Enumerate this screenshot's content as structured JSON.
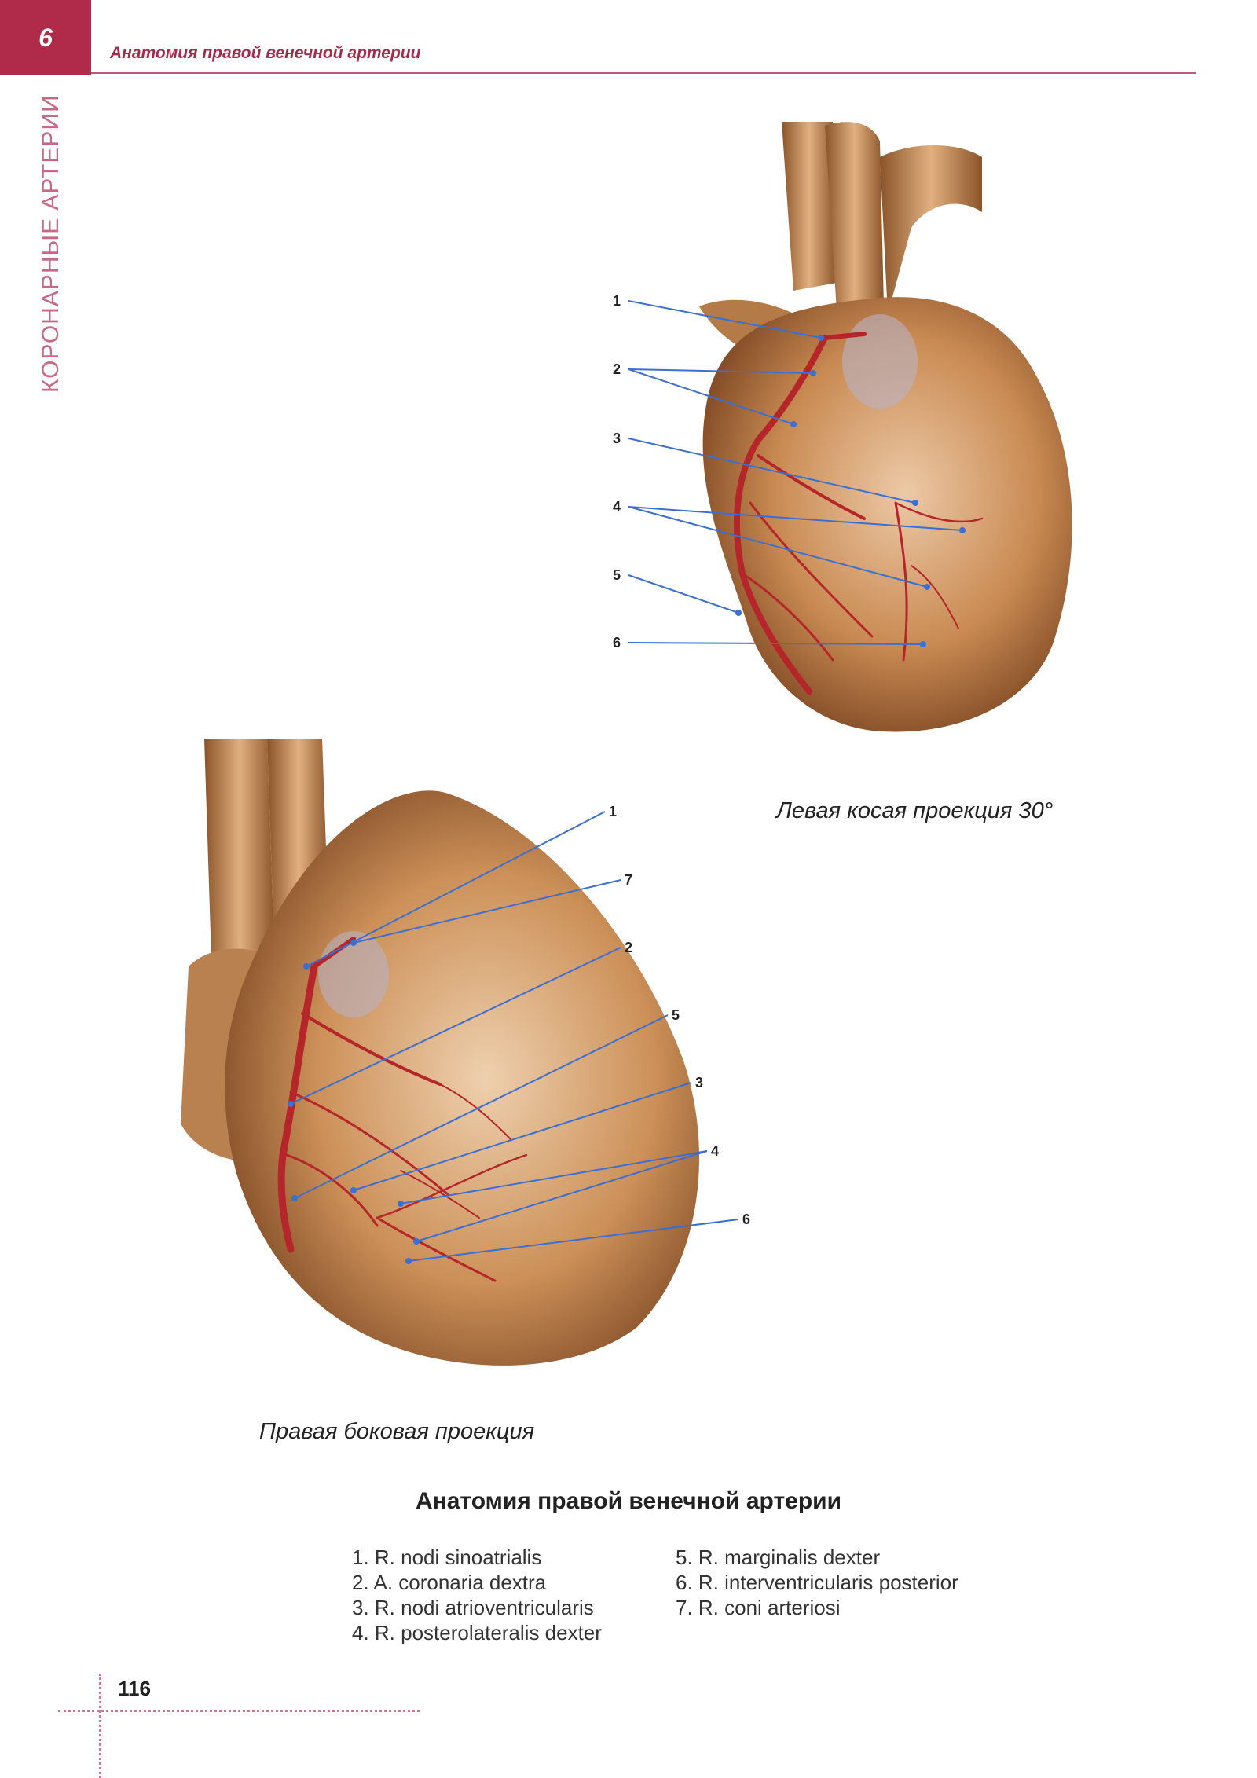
{
  "header": {
    "chapter_number": "6",
    "title": "Анатомия правой венечной артерии",
    "side_title": "КОРОНАРНЫЕ АРТЕРИИ"
  },
  "figures": {
    "top": {
      "caption": "Левая косая проекция 30°",
      "labels": [
        "1",
        "2",
        "3",
        "4",
        "5",
        "6"
      ]
    },
    "bottom": {
      "caption": "Правая боковая проекция",
      "labels": [
        "1",
        "7",
        "2",
        "5",
        "3",
        "4",
        "6"
      ]
    }
  },
  "legend": {
    "heading": "Анатомия правой венечной артерии",
    "left": [
      "1. R. nodi sinoatrialis",
      "2. A. coronaria dextra",
      "3. R. nodi atrioventricularis",
      "4. R. posterolateralis dexter"
    ],
    "right": [
      "5. R. marginalis dexter",
      "6. R. interventricularis posterior",
      "7. R. coni arteriosi"
    ]
  },
  "footer": {
    "page_number": "116"
  },
  "colors": {
    "accent": "#b02a4a",
    "leader_line": "#3b6fd1",
    "artery": "#b5262b",
    "heart_tissue": "#c98a52"
  }
}
